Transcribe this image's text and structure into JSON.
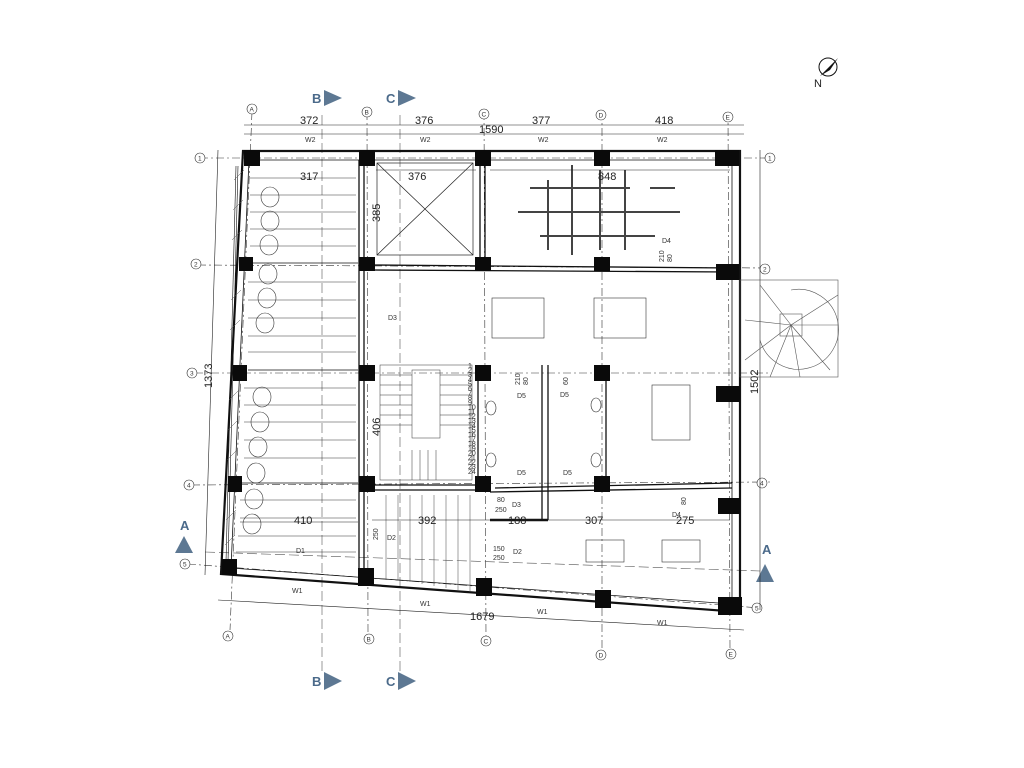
{
  "compass": {
    "north_label": "N"
  },
  "grid_axes": {
    "columns": [
      "A",
      "B",
      "C",
      "D",
      "E"
    ],
    "rows": [
      "1",
      "2",
      "3",
      "4",
      "5"
    ]
  },
  "section_markers": {
    "a": "A",
    "b": "B",
    "c": "C"
  },
  "dimensions": {
    "top_segments": [
      "372",
      "376",
      "377",
      "418"
    ],
    "top_total": "1590",
    "bottom_total": "1679",
    "left_total": "1373",
    "right_total": "1502",
    "room_widths_top": [
      "317",
      "376",
      "848"
    ],
    "room_widths_bottom": [
      "410",
      "392",
      "188",
      "307",
      "275"
    ],
    "vertical_room": [
      "385",
      "406"
    ],
    "misc": [
      "250",
      "80",
      "150",
      "250",
      "210",
      "80",
      "60",
      "250",
      "80",
      "210",
      "80"
    ]
  },
  "door_tags": [
    "D1",
    "D2",
    "D3",
    "D4",
    "D5",
    "D5",
    "D5",
    "D5",
    "D2",
    "D3",
    "D4"
  ],
  "window_tags": [
    "W2",
    "W2",
    "W2",
    "W2",
    "W1",
    "W1",
    "W1",
    "W1"
  ],
  "stair_numbers": [
    "1",
    "2",
    "3",
    "4",
    "5",
    "6",
    "7",
    "8",
    "9",
    "10",
    "11",
    "12",
    "13",
    "14",
    "15",
    "16",
    "17",
    "18",
    "19",
    "20",
    "21",
    "22",
    "23",
    "24"
  ],
  "colors": {
    "line": "#111111",
    "column": "#0a0a0a",
    "section_marker": "#5d7893"
  }
}
